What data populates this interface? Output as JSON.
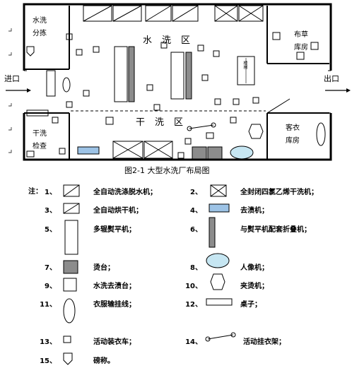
{
  "plan": {
    "rooms": {
      "wash_sort": [
        "水洗",
        "分拣"
      ],
      "linen_store": [
        "布草",
        "库房"
      ],
      "dryclean_check": [
        "干洗",
        "检查"
      ],
      "guest_store": [
        "客衣",
        "库房"
      ],
      "stair_label": "楼梯"
    },
    "zones": {
      "wet": "水洗区",
      "dry": "干洗区"
    },
    "entrance": "进口",
    "exit": "出口",
    "caption": "图2-1    大型水洗厂布局图"
  },
  "legend": {
    "intro": "注：",
    "items": [
      {
        "num": "1、",
        "label": "全自动洗涤脱水机；",
        "icon": "washer-extractor"
      },
      {
        "num": "2、",
        "label": "全封闭四氯乙烯干洗机；",
        "icon": "dry-cleaning-machine"
      },
      {
        "num": "3、",
        "label": "全自动烘干机；",
        "icon": "tumble-dryer"
      },
      {
        "num": "4、",
        "label": "去渍机；",
        "icon": "spotting-machine"
      },
      {
        "num": "5、",
        "label": "多辊熨平机；",
        "icon": "flatwork-ironer"
      },
      {
        "num": "6、",
        "label": "与熨平机配套折叠机；",
        "icon": "folding-machine"
      },
      {
        "num": "7、",
        "label": "烫台；",
        "icon": "ironing-table"
      },
      {
        "num": "8、",
        "label": "人像机；",
        "icon": "form-finisher"
      },
      {
        "num": "9、",
        "label": "水洗去渍台；",
        "icon": "spotting-table"
      },
      {
        "num": "10、",
        "label": "夹烫机；",
        "icon": "press-machine"
      },
      {
        "num": "11、",
        "label": "衣服输挂线；",
        "icon": "garment-conveyor"
      },
      {
        "num": "12、",
        "label": "桌子；",
        "icon": "table"
      },
      {
        "num": "13、",
        "label": "活动装衣车；",
        "icon": "laundry-cart"
      },
      {
        "num": "14、",
        "label": "活动挂衣架；",
        "icon": "garment-rack"
      },
      {
        "num": "15、",
        "label": "磅称。",
        "icon": "scale"
      }
    ]
  },
  "colors": {
    "ironer_dark": "#8c8c8c",
    "spotting_blue": "#9dc3e6",
    "former_cyan": "#c6e6f2",
    "line": "#000000"
  }
}
